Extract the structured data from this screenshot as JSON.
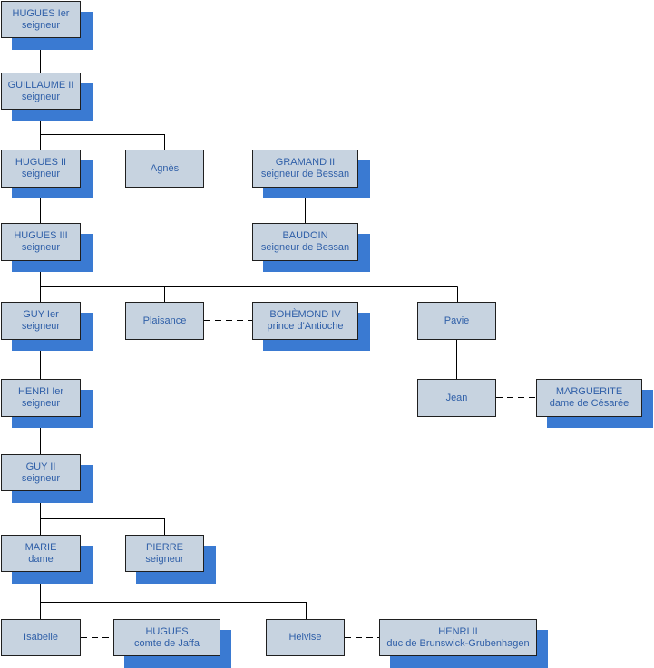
{
  "nodes": {
    "hugues1": {
      "name": "HUGUES Ier",
      "title": "seigneur"
    },
    "guillaume2": {
      "name": "GUILLAUME II",
      "title": "seigneur"
    },
    "hugues2": {
      "name": "HUGUES II",
      "title": "seigneur"
    },
    "agnes": {
      "name": "Agnès",
      "title": ""
    },
    "gramand2": {
      "name": "GRAMAND II",
      "title": "seigneur de Bessan"
    },
    "hugues3": {
      "name": "HUGUES III",
      "title": "seigneur"
    },
    "baudoin": {
      "name": "BAUDOIN",
      "title": "seigneur de Bessan"
    },
    "guy1": {
      "name": "GUY Ier",
      "title": "seigneur"
    },
    "plaisance": {
      "name": "Plaisance",
      "title": ""
    },
    "bohemond4": {
      "name": "BOHÈMOND IV",
      "title": "prince d'Antioche"
    },
    "pavie": {
      "name": "Pavie",
      "title": ""
    },
    "henri1": {
      "name": "HENRI Ier",
      "title": "seigneur"
    },
    "jean": {
      "name": "Jean",
      "title": ""
    },
    "marguerite": {
      "name": "MARGUERITE",
      "title": "dame de Césarée"
    },
    "guy2": {
      "name": "GUY II",
      "title": "seigneur"
    },
    "marie": {
      "name": "MARIE",
      "title": "dame"
    },
    "pierre": {
      "name": "PIERRE",
      "title": "seigneur"
    },
    "isabelle": {
      "name": "Isabelle",
      "title": ""
    },
    "hugues_j": {
      "name": "HUGUES",
      "title": "comte de Jaffa"
    },
    "helvise": {
      "name": "Helvise",
      "title": ""
    },
    "henri2": {
      "name": "HENRI II",
      "title": "duc de Brunswick-Grubenhagen"
    }
  },
  "colors": {
    "box_fill": "#c7d3e0",
    "box_border": "#1f1f1f",
    "shadow": "#3a7ad2",
    "text": "#2f5fa8",
    "line": "#000000"
  }
}
